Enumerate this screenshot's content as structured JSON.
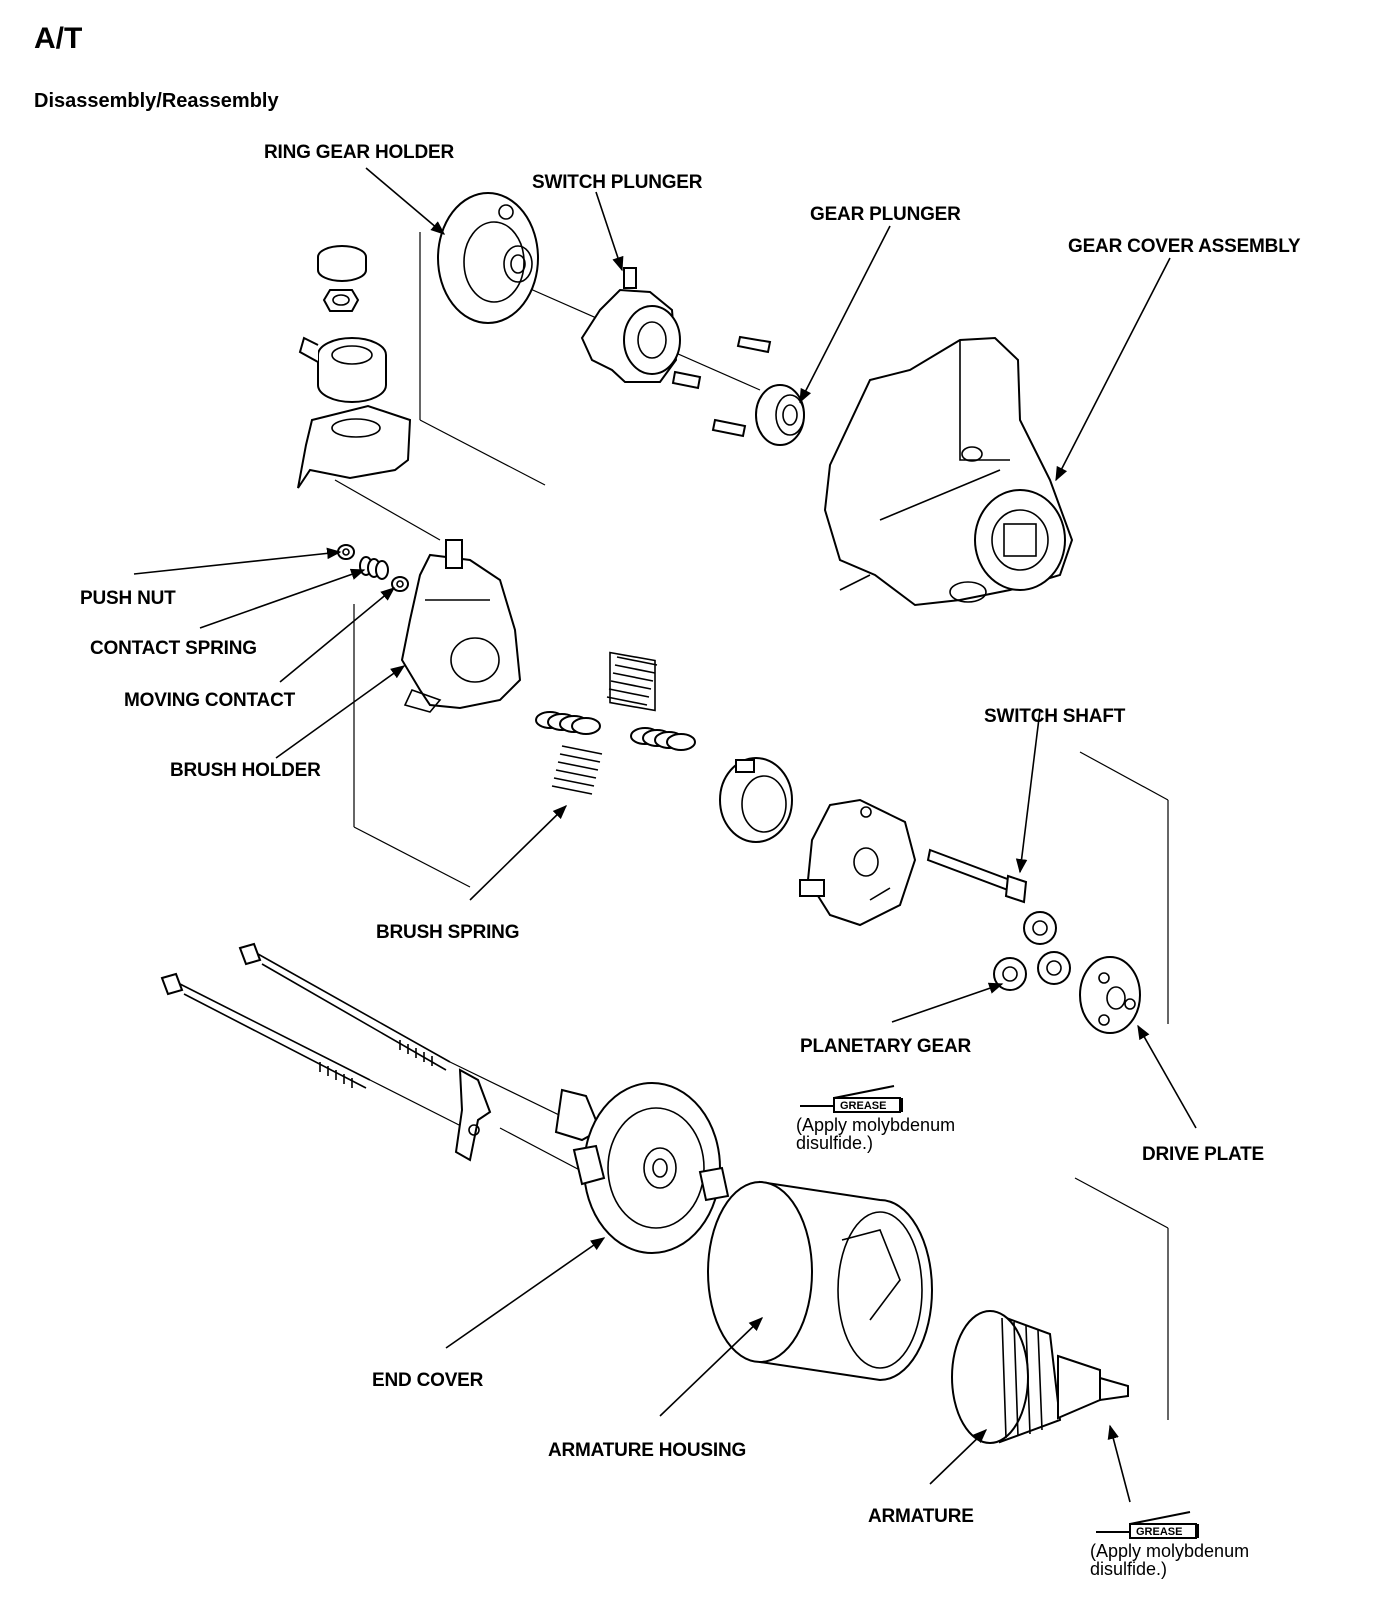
{
  "header": {
    "section": "A/T",
    "title": "Disassembly/Reassembly"
  },
  "callouts": {
    "ring_gear_holder": "RING GEAR HOLDER",
    "switch_plunger": "SWITCH PLUNGER",
    "gear_plunger": "GEAR PLUNGER",
    "gear_cover_assembly": "GEAR COVER ASSEMBLY",
    "push_nut": "PUSH NUT",
    "contact_spring": "CONTACT SPRING",
    "moving_contact": "MOVING CONTACT",
    "brush_holder": "BRUSH HOLDER",
    "switch_shaft": "SWITCH SHAFT",
    "brush_spring": "BRUSH SPRING",
    "planetary_gear": "PLANETARY GEAR",
    "drive_plate": "DRIVE PLATE",
    "end_cover": "END COVER",
    "armature_housing": "ARMATURE HOUSING",
    "armature": "ARMATURE"
  },
  "notes": {
    "grease_label": "GREASE",
    "grease_note_1_line1": "(Apply molybdenum",
    "grease_note_1_line2": "disulfide.)",
    "grease_note_2_line1": "(Apply molybdenum",
    "grease_note_2_line2": "disulfide.)"
  }
}
